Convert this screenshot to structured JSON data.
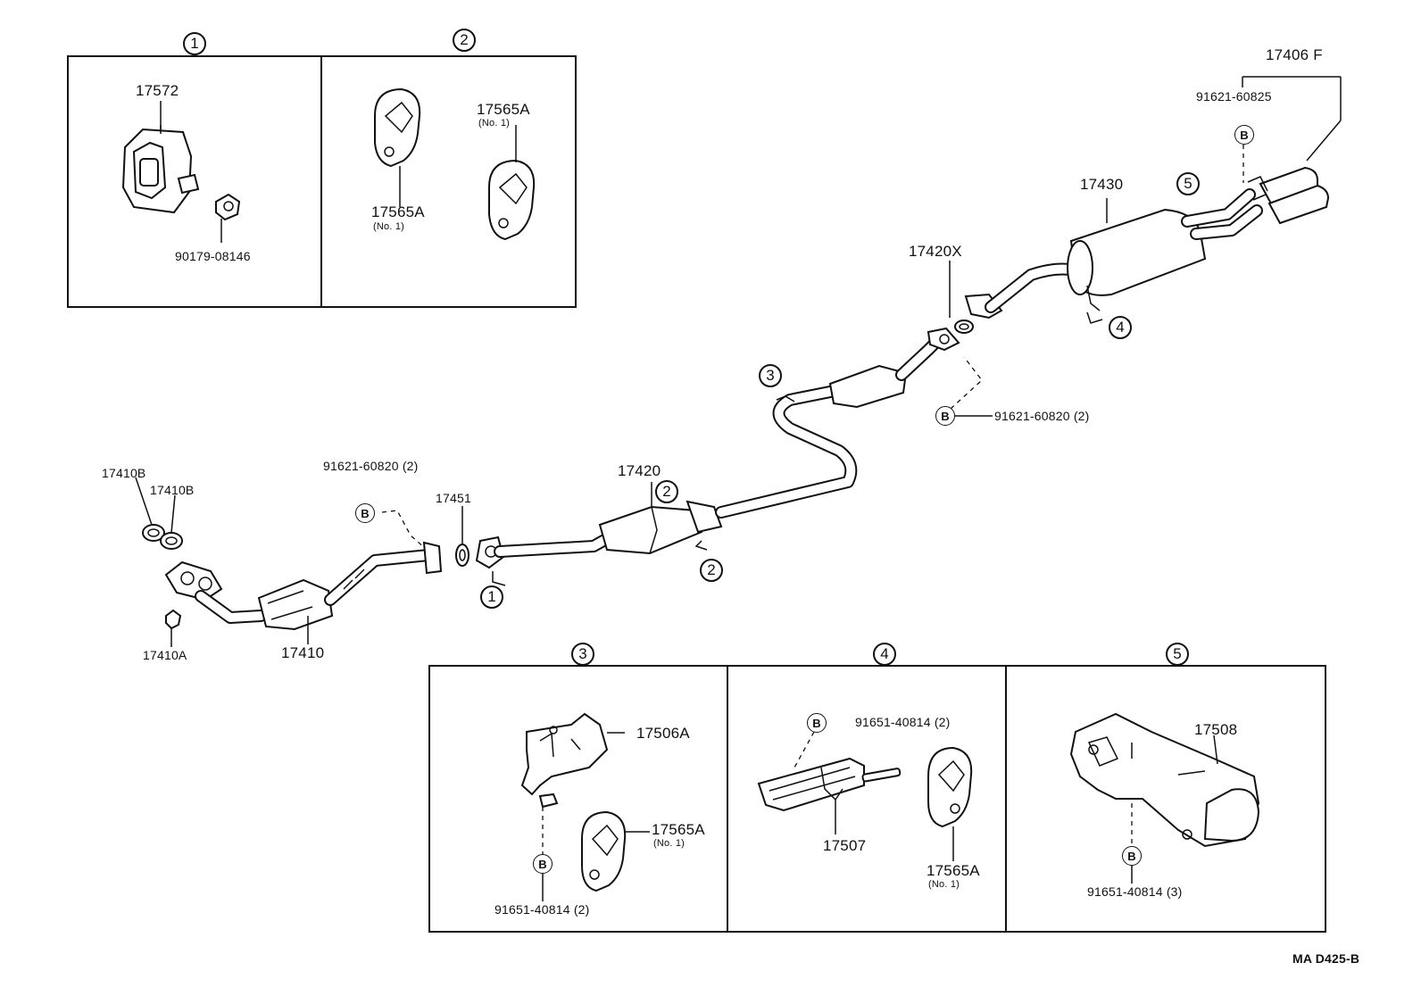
{
  "diagram_code": "MA D425-B",
  "groups": [
    {
      "no": "1"
    },
    {
      "no": "2"
    },
    {
      "no": "3"
    },
    {
      "no": "4"
    },
    {
      "no": "5"
    }
  ],
  "bolt_mark": "B",
  "group1": {
    "parts": [
      "17572",
      "90179-08146"
    ]
  },
  "group2": {
    "parts": [
      "17565A",
      "17565A"
    ],
    "notes": [
      "(No. 1)",
      "(No. 1)"
    ]
  },
  "group3": {
    "parts": [
      "17506A",
      "17565A",
      "91651-40814 (2)"
    ],
    "notes": [
      "(No. 1)"
    ]
  },
  "group4": {
    "parts": [
      "91651-40814 (2)",
      "17507",
      "17565A"
    ],
    "notes": [
      "(No. 1)"
    ]
  },
  "group5": {
    "parts": [
      "17508",
      "91651-40814 (3)"
    ]
  },
  "main": {
    "parts": {
      "gasket_a": "17410B",
      "gasket_b": "17410B",
      "nut": "17410A",
      "front_pipe": "17410",
      "bolt_front": "91621-60820 (2)",
      "gasket_mid": "17451",
      "center_pipe": "17420",
      "gasket_rear": "17420X",
      "bolt_rear": "91621-60820 (2)",
      "tail_pipe": "17430",
      "tip_set": "17406 F",
      "tip_bolt": "91621-60825"
    },
    "callouts": [
      "1",
      "2",
      "2",
      "3",
      "4",
      "5"
    ]
  }
}
